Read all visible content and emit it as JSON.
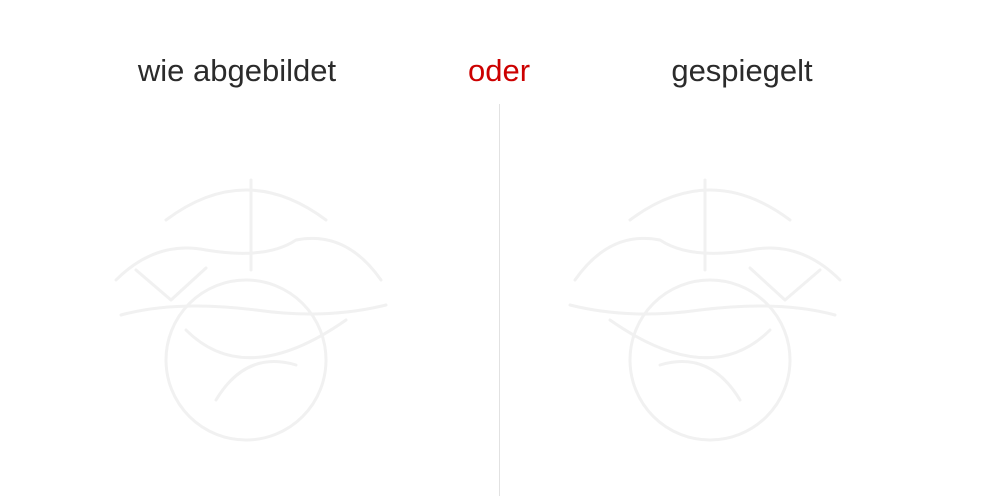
{
  "labels": {
    "as_shown": "wie abgebildet",
    "or": "oder",
    "mirrored": "gespiegelt"
  },
  "colors": {
    "text": "#2b2b2b",
    "accent": "#cc0000",
    "divider": "#e2e2e2",
    "pattern_stroke": "#f1f1f1",
    "background": "#ffffff"
  },
  "figures": {
    "left": "faint-pattern-original",
    "right": "faint-pattern-mirrored"
  }
}
